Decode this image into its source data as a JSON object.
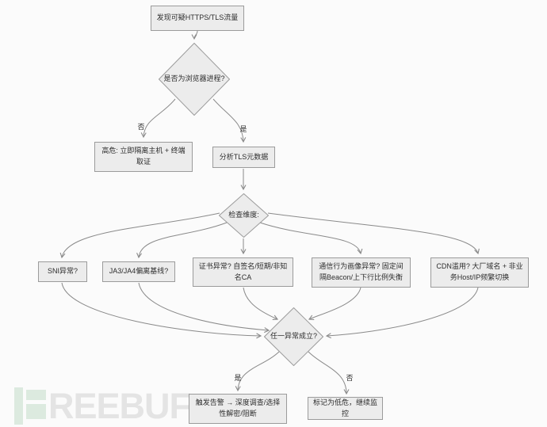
{
  "flowchart": {
    "nodes": {
      "start": {
        "label": "发现可疑HTTPS/TLS流量"
      },
      "d_browser": {
        "label": "是否为浏览器进程?"
      },
      "high_risk": {
        "label": "高危: 立即隔离主机 + 终端取证"
      },
      "analyze": {
        "label": "分析TLS元数据"
      },
      "d_dims": {
        "label": "检查维度:"
      },
      "sni": {
        "label": "SNI异常?"
      },
      "ja3": {
        "label": "JA3/JA4偏离基线?"
      },
      "cert": {
        "label": "证书异常? 自签名/短期/非知名CA"
      },
      "behavior": {
        "label": "通信行为画像异常? 固定间隔Beacon/上下行比例失衡"
      },
      "cdn": {
        "label": "CDN滥用? 大厂域名 + 非业务Host/IP频繁切换"
      },
      "d_any": {
        "label": "任一异常成立?"
      },
      "alert": {
        "label": "触发告警 → 深度调查/选择性解密/阻断"
      },
      "low_risk": {
        "label": "标记为低危，继续监控"
      }
    },
    "edge_labels": {
      "no1": "否",
      "yes1": "是",
      "yes2": "是",
      "no2": "否"
    },
    "colors": {
      "node_fill": "#ececec",
      "node_border": "#9b9b9b",
      "connector": "#8a8a8a",
      "text": "#2d2d2d",
      "background": "#fbfbfb"
    }
  },
  "watermark": {
    "brand": "FREEBUF",
    "letters": "REEBUF",
    "green": "#dceadf",
    "gray": "#e4e4e4"
  }
}
